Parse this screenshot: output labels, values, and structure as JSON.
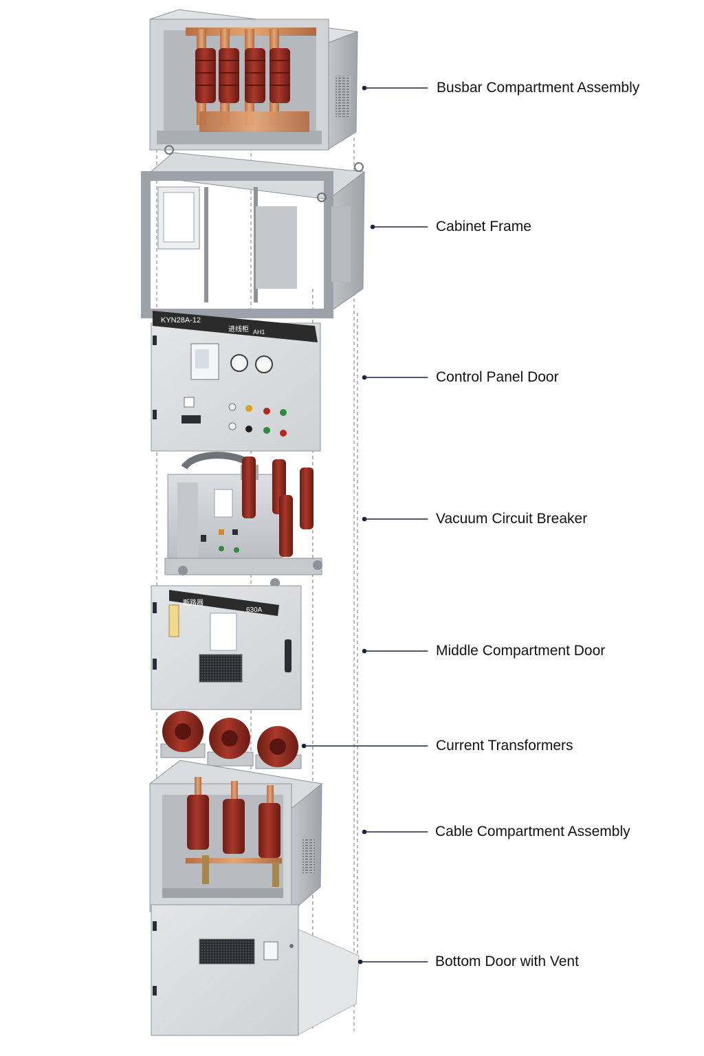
{
  "colors": {
    "background": "#ffffff",
    "steel": "#c9ccd0",
    "steel_dark": "#8e9399",
    "copper": "#d08a5a",
    "insulator_red": "#8e2a1f",
    "leader_line": "#1b2340",
    "panel_header": "#2b2b2b"
  },
  "callouts": [
    {
      "id": "busbar",
      "label": "Busbar Compartment Assembly"
    },
    {
      "id": "frame",
      "label": "Cabinet Frame"
    },
    {
      "id": "control_door",
      "label": "Control Panel Door"
    },
    {
      "id": "breaker",
      "label": "Vacuum Circuit Breaker"
    },
    {
      "id": "middle_door",
      "label": "Middle Compartment Door"
    },
    {
      "id": "ct",
      "label": "Current Transformers"
    },
    {
      "id": "cable",
      "label": "Cable Compartment Assembly"
    },
    {
      "id": "bottom_door",
      "label": "Bottom Door with Vent"
    }
  ],
  "control_panel": {
    "model": "KYN28A-12",
    "name_cn": "进线柜",
    "code": "AH1"
  },
  "middle_door": {
    "name_cn": "断路器",
    "rating": "630A"
  }
}
